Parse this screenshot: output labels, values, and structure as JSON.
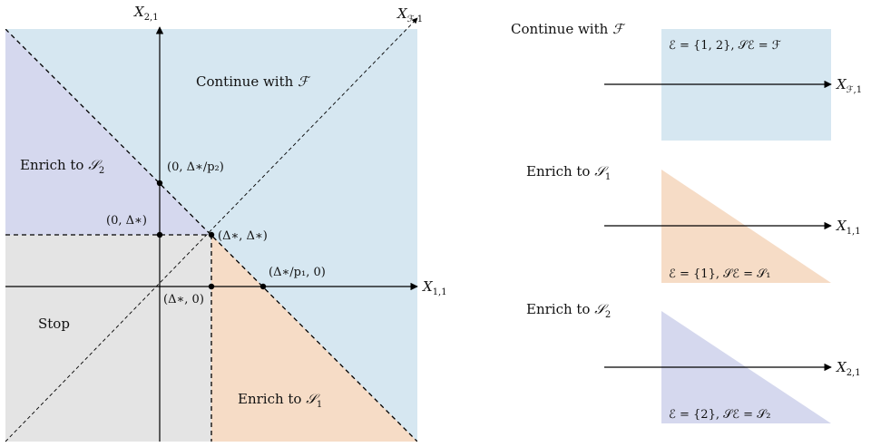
{
  "colors": {
    "continue": "#d6e7f1",
    "enrich_s1": "#f6dcc6",
    "enrich_s2": "#d5d8ee",
    "stop": "#e4e4e4",
    "line": "#000000"
  },
  "main": {
    "axis_x": {
      "base": "X",
      "sub": "1,1"
    },
    "axis_y": {
      "base": "X",
      "sub": "2,1"
    },
    "axis_diag": {
      "base": "X",
      "sub": "ℱ,1"
    },
    "region_continue": {
      "prefix": "Continue with ",
      "symbol": "ℱ",
      "sub": ""
    },
    "region_enrich_s2": {
      "prefix": "Enrich to ",
      "symbol": "𝒮",
      "sub": "2"
    },
    "region_enrich_s1": {
      "prefix": "Enrich to ",
      "symbol": "𝒮",
      "sub": "1"
    },
    "region_stop": "Stop",
    "point_0_delta_p2": "(0, Δ∗/p₂)",
    "point_0_delta": "(0, Δ∗)",
    "point_delta_delta": "(Δ∗, Δ∗)",
    "point_delta_p1_0": "(Δ∗/p₁, 0)",
    "point_delta_0": "(Δ∗, 0)"
  },
  "panels": [
    {
      "title": {
        "prefix": "Continue with ",
        "symbol": "ℱ",
        "sub": ""
      },
      "caption": "ℰ = {1, 2},  𝒮ℰ = ℱ",
      "axis": {
        "base": "X",
        "sub": "ℱ,1"
      }
    },
    {
      "title": {
        "prefix": "Enrich to ",
        "symbol": "𝒮",
        "sub": "1"
      },
      "caption": "ℰ = {1},  𝒮ℰ = 𝒮₁",
      "axis": {
        "base": "X",
        "sub": "1,1"
      }
    },
    {
      "title": {
        "prefix": "Enrich to ",
        "symbol": "𝒮",
        "sub": "2"
      },
      "caption": "ℰ = {2},  𝒮ℰ = 𝒮₂",
      "axis": {
        "base": "X",
        "sub": "2,1"
      }
    }
  ]
}
